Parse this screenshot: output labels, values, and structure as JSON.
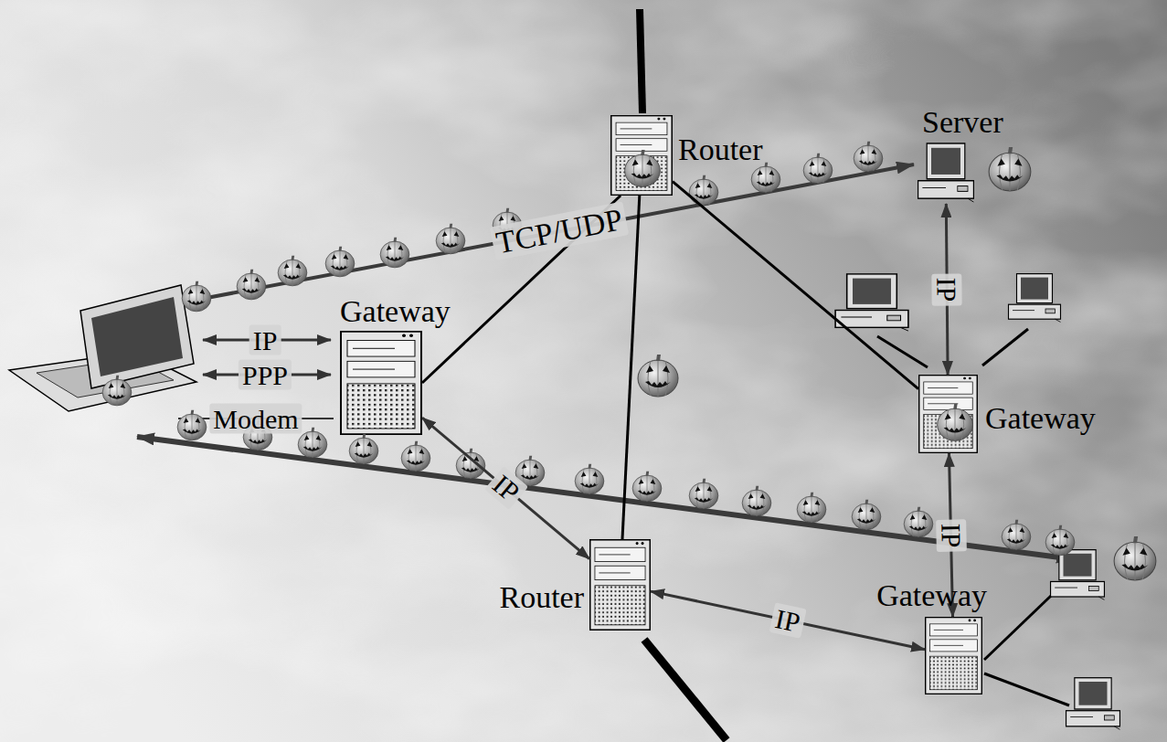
{
  "diagram": {
    "nodes": [
      {
        "text": [
          "Router"
        ]
      },
      {
        "text": [
          "Server"
        ]
      },
      {
        "text": [
          "Gateway"
        ]
      },
      {
        "text": [
          "Gateway"
        ]
      },
      {
        "text": [
          "Router"
        ]
      },
      {
        "text": [
          "Gateway"
        ]
      }
    ],
    "edges": [
      {
        "from": 2,
        "to": 0,
        "arrow": "none"
      },
      {
        "from": 2,
        "to": 4,
        "label": "IP",
        "arrow": "both"
      },
      {
        "from": 0,
        "to": 4,
        "arrow": "none"
      },
      {
        "from": 0,
        "to": 3,
        "arrow": "none"
      },
      {
        "from": 1,
        "to": 3,
        "label": "IP",
        "arrow": "both"
      },
      {
        "from": 3,
        "to": 5,
        "label": "IP",
        "arrow": "both"
      },
      {
        "from": 4,
        "to": 5,
        "label": "IP",
        "arrow": "both"
      }
    ],
    "labels": [
      "TCP/UDP",
      "IP",
      "PPP",
      "Modem"
    ]
  }
}
